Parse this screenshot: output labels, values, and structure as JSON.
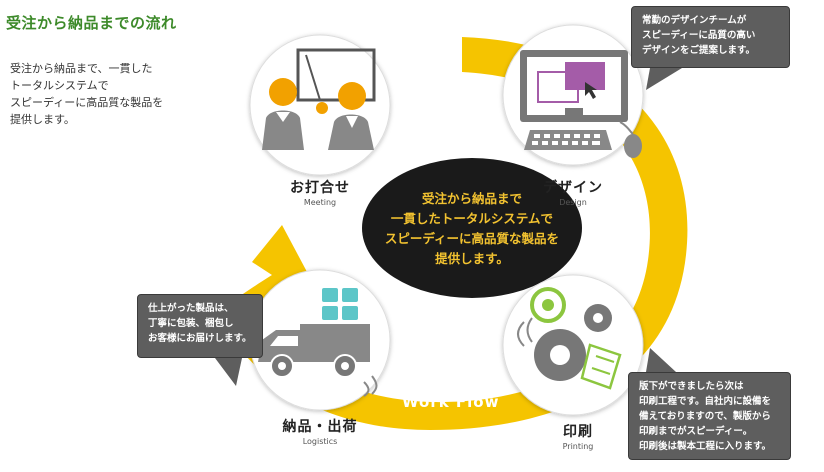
{
  "title": "受注から納品までの流れ",
  "intro": {
    "line1": "受注から納品まで、一貫した",
    "line2": "トータルシステムで",
    "line3": "スピーディーに高品質な製品を",
    "line4": "提供します。"
  },
  "center": {
    "line1": "受注から納品まで",
    "line2": "一貫したトータルシステムで",
    "line3": "スピーディーに高品質な製品を",
    "line4": "提供します。"
  },
  "steps": {
    "meeting": {
      "jp": "お打合せ",
      "en": "Meeting"
    },
    "design": {
      "jp": "デザイン",
      "en": "Design"
    },
    "printing": {
      "jp": "印刷",
      "en": "Printing"
    },
    "logistics": {
      "jp": "納品・出荷",
      "en": "Logistics"
    }
  },
  "bubbles": {
    "design": {
      "line1": "常勤のデザインチームが",
      "line2": "スピーディーに品質の高い",
      "line3": "デザインをご提案します。"
    },
    "logistics": {
      "line1": "仕上がった製品は、",
      "line2": "丁寧に包装、梱包し",
      "line3": "お客様にお届けします。"
    },
    "printing": {
      "line1": "版下ができましたら次は",
      "line2": "印刷工程です。自社内に設備を",
      "line3": "備えておりますので、製版から",
      "line4": "印刷までがスピーディー。",
      "line5": "印刷後は製本工程に入ります。"
    }
  },
  "workflow_label": "Work Flow",
  "colors": {
    "title_green": "#3d8a2a",
    "flow_yellow": "#f5c400",
    "center_fill": "#1a1a1a",
    "center_text": "#f2c230",
    "bubble_fill": "#5e5e5e",
    "icon_orange": "#f2a100",
    "icon_purple": "#a45ca8",
    "icon_teal": "#5cc6c8",
    "icon_green": "#8cc63f"
  }
}
